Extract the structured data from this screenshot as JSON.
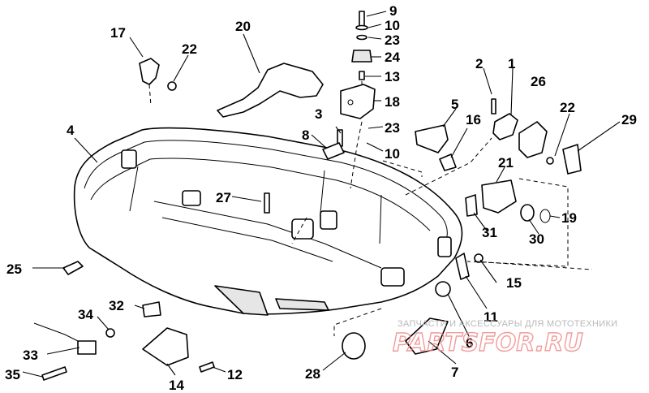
{
  "watermark": {
    "line": "ЗАПЧАСТИ И АКСЕССУАРЫ ДЛЯ МОТОТЕХНИКИ",
    "brand": "PARTSFOR.RU"
  },
  "callouts": [
    {
      "id": "p1",
      "label": "1"
    },
    {
      "id": "p2",
      "label": "2"
    },
    {
      "id": "p3",
      "label": "3"
    },
    {
      "id": "p4",
      "label": "4"
    },
    {
      "id": "p5",
      "label": "5"
    },
    {
      "id": "p6",
      "label": "6"
    },
    {
      "id": "p7",
      "label": "7"
    },
    {
      "id": "p8",
      "label": "8"
    },
    {
      "id": "p9",
      "label": "9"
    },
    {
      "id": "p10a",
      "label": "10"
    },
    {
      "id": "p10b",
      "label": "10"
    },
    {
      "id": "p11",
      "label": "11"
    },
    {
      "id": "p12",
      "label": "12"
    },
    {
      "id": "p13",
      "label": "13"
    },
    {
      "id": "p14",
      "label": "14"
    },
    {
      "id": "p15",
      "label": "15"
    },
    {
      "id": "p16",
      "label": "16"
    },
    {
      "id": "p17",
      "label": "17"
    },
    {
      "id": "p18",
      "label": "18"
    },
    {
      "id": "p19",
      "label": "19"
    },
    {
      "id": "p20",
      "label": "20"
    },
    {
      "id": "p21",
      "label": "21"
    },
    {
      "id": "p22a",
      "label": "22"
    },
    {
      "id": "p22b",
      "label": "22"
    },
    {
      "id": "p23a",
      "label": "23"
    },
    {
      "id": "p23b",
      "label": "23"
    },
    {
      "id": "p24",
      "label": "24"
    },
    {
      "id": "p25",
      "label": "25"
    },
    {
      "id": "p26",
      "label": "26"
    },
    {
      "id": "p27",
      "label": "27"
    },
    {
      "id": "p28",
      "label": "28"
    },
    {
      "id": "p29",
      "label": "29"
    },
    {
      "id": "p30",
      "label": "30"
    },
    {
      "id": "p31",
      "label": "31"
    },
    {
      "id": "p32",
      "label": "32"
    },
    {
      "id": "p33",
      "label": "33"
    },
    {
      "id": "p34",
      "label": "34"
    },
    {
      "id": "p35",
      "label": "35"
    }
  ]
}
